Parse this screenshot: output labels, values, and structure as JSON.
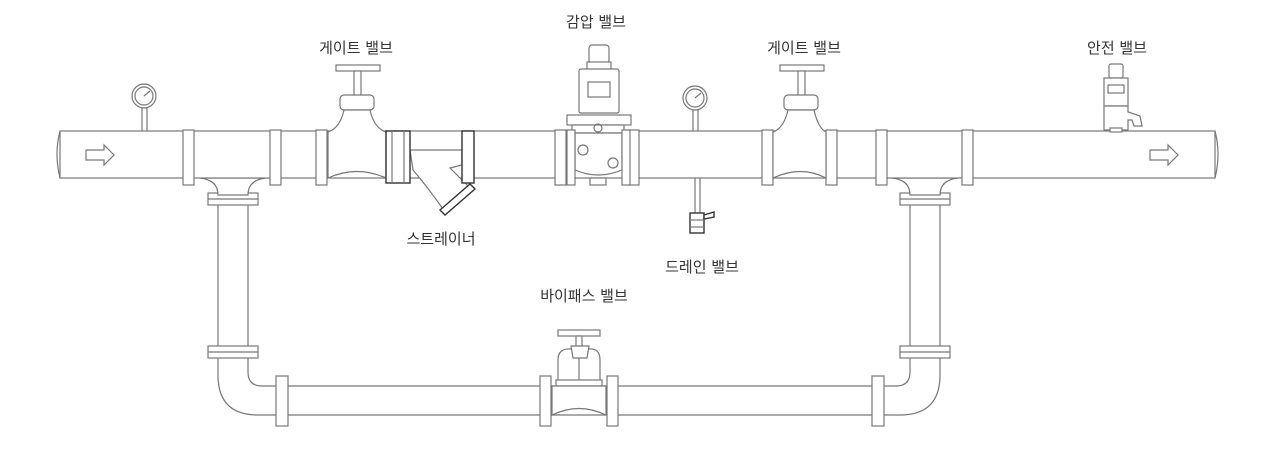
{
  "labels": {
    "gate_valve_1": "게이트 밸브",
    "pressure_reducing_valve": "감압 밸브",
    "gate_valve_2": "게이트 밸브",
    "safety_valve": "안전 밸브",
    "strainer": "스트레이너",
    "drain_valve": "드레인 밸브",
    "bypass_valve": "바이패스 밸브"
  },
  "flow_direction": "left-to-right"
}
